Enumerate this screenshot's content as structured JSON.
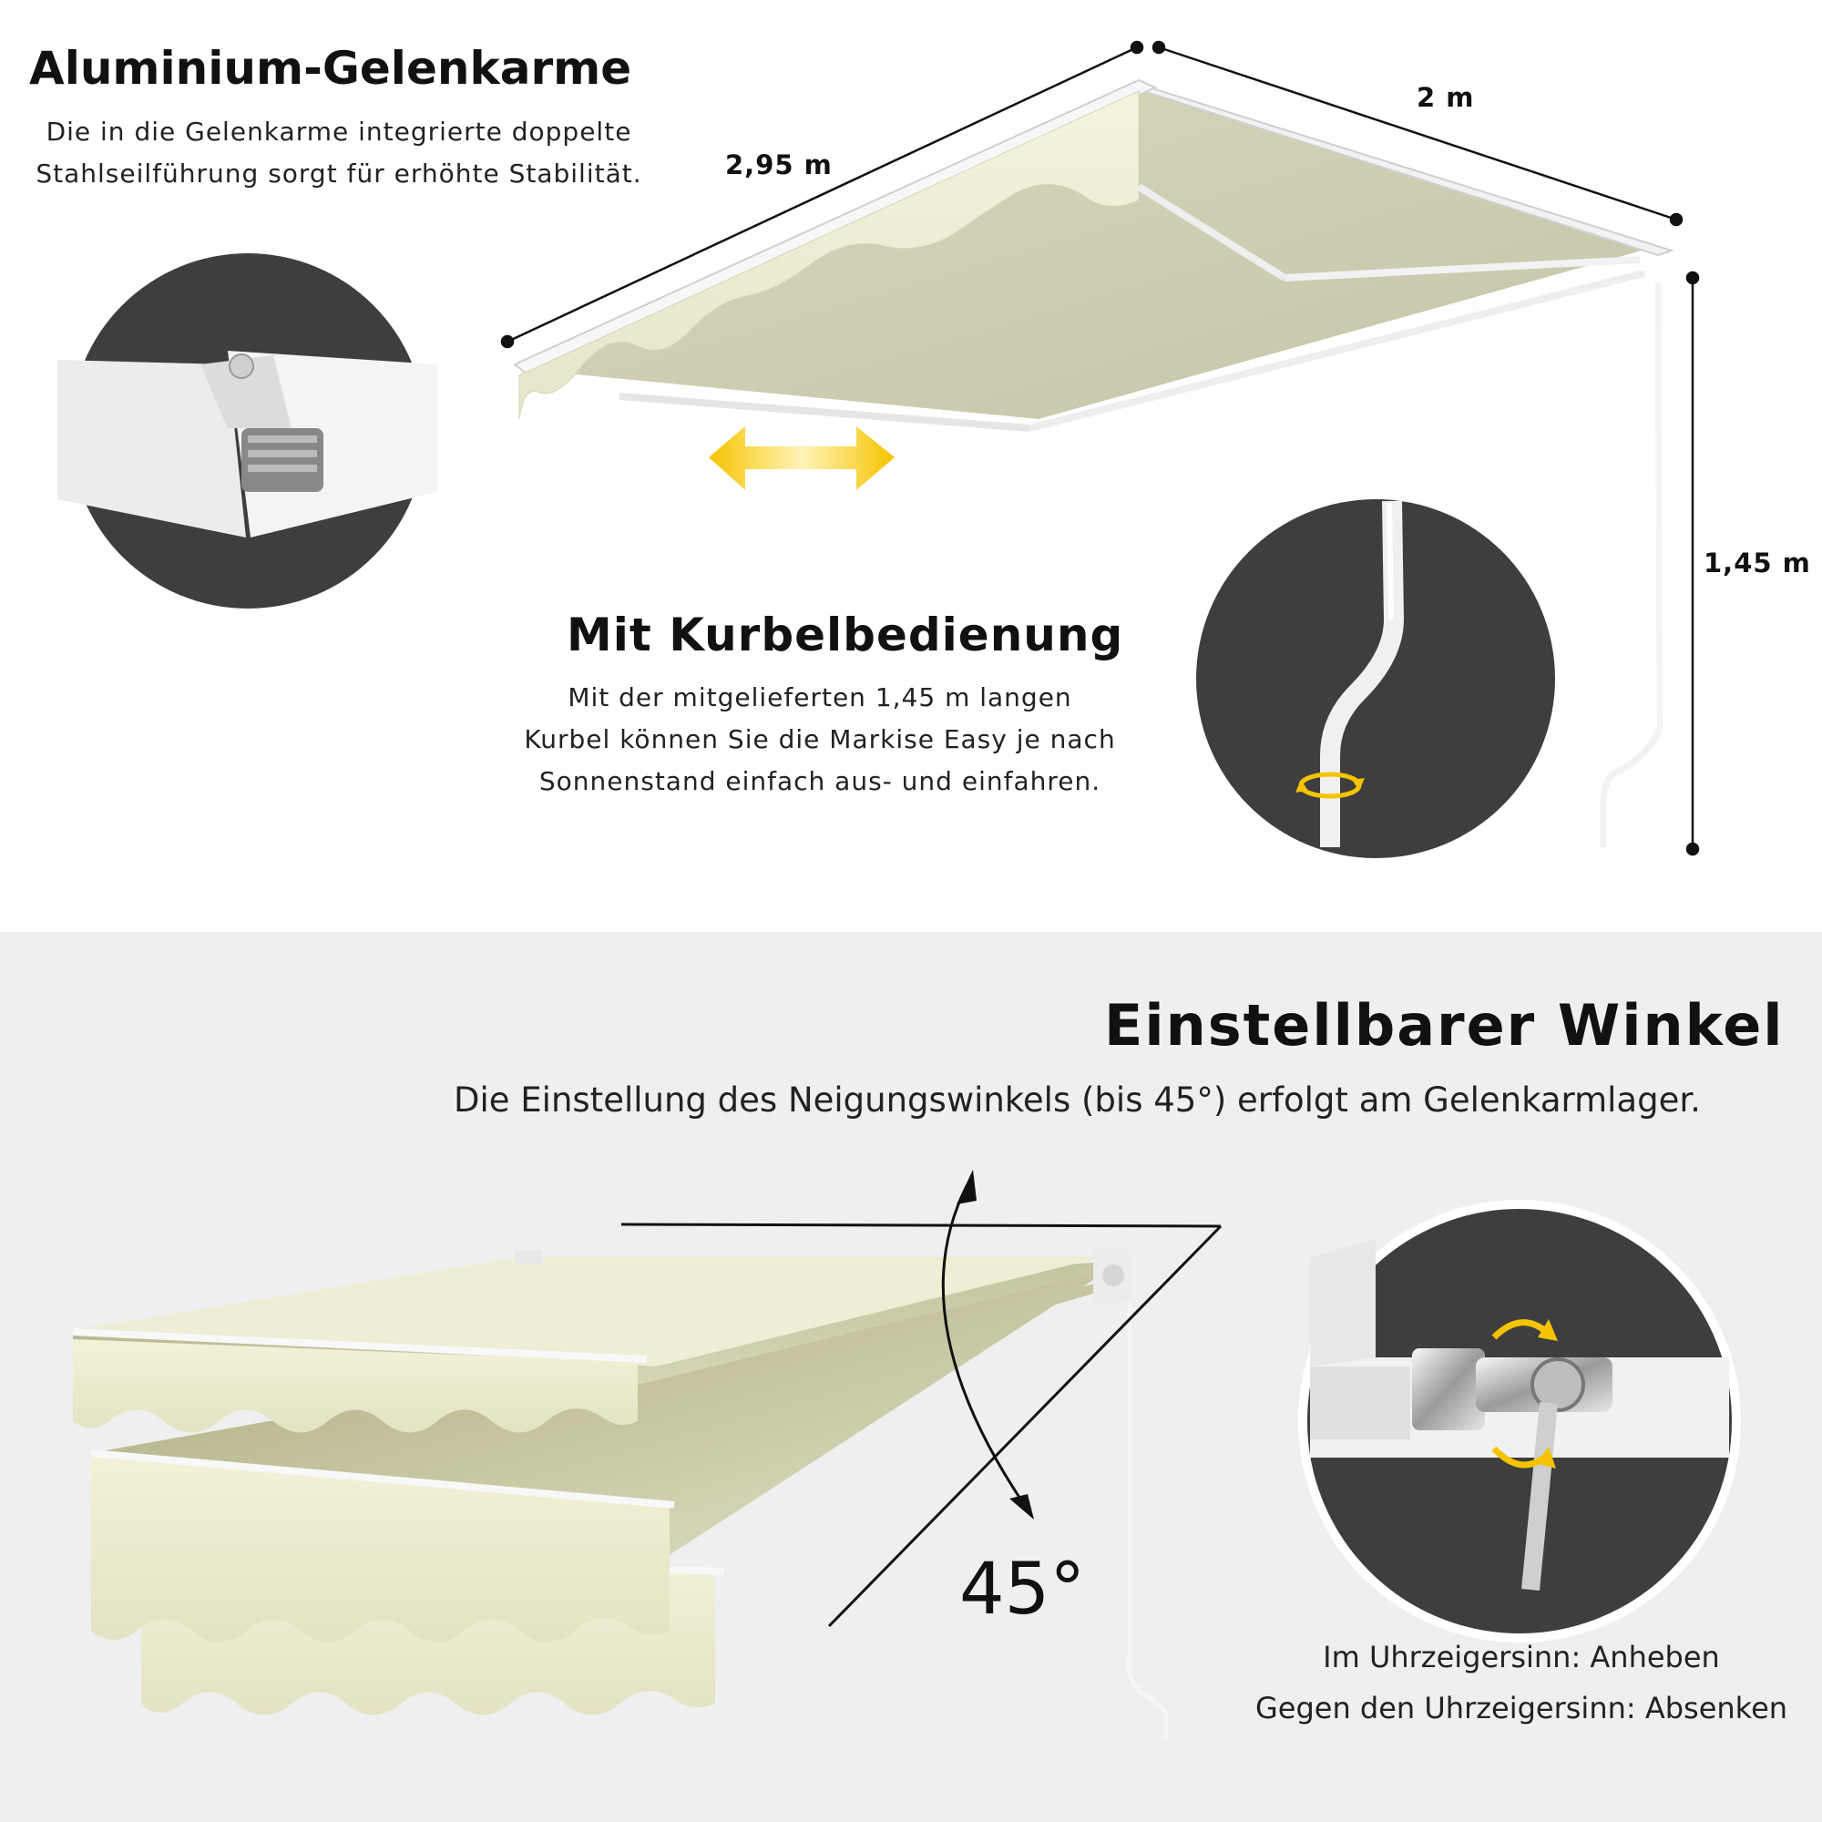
{
  "features": {
    "arms": {
      "title": "Aluminium-Gelenkarme",
      "text_line1": "Die in die Gelenkarme integrierte doppelte",
      "text_line2": "Stahlseilführung sorgt für erhöhte Stabilität."
    },
    "crank": {
      "title": "Mit Kurbelbedienung",
      "text_line1": "Mit der mitgelieferten 1,45 m langen",
      "text_line2": "Kurbel können Sie die Markise Easy je nach",
      "text_line3": "Sonnenstand einfach aus- und einfahren."
    },
    "angle": {
      "title": "Einstellbarer Winkel",
      "text": "Die Einstellung des Neigungswinkels (bis 45°) erfolgt am Gelenkarmlager.",
      "angle_label": "45°",
      "caption_line1": "Im Uhrzeigersinn: Anheben",
      "caption_line2": "Gegen den Uhrzeigersinn: Absenken"
    }
  },
  "dimensions": {
    "width": "2,95 m",
    "depth": "2 m",
    "crank_length": "1,45 m"
  },
  "colors": {
    "fabric": "#e9e8cf",
    "fabric_shadow": "#c9c8ad",
    "circle_bg": "#3e3e3e",
    "arrow_yellow": "#f5c400",
    "bottom_bg": "#efefef"
  }
}
